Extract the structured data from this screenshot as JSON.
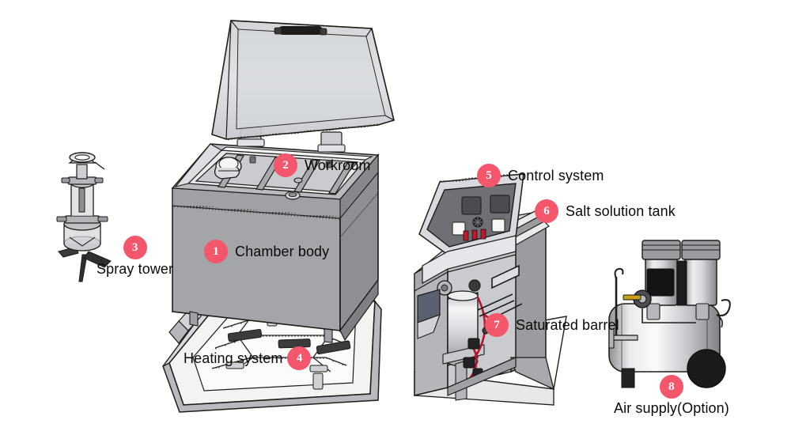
{
  "figure": {
    "title": "Salt spray test chamber exploded component diagram",
    "background_color": "#ffffff",
    "badge_color": "#f4566b",
    "badge_text_color": "#ffffff",
    "label_color": "#0a0a0a"
  },
  "callouts": [
    {
      "number": "1",
      "label": "Chamber body",
      "name": "chamber-body"
    },
    {
      "number": "2",
      "label": "Workroom",
      "name": "workroom"
    },
    {
      "number": "3",
      "label": "Spray tower",
      "name": "spray-tower"
    },
    {
      "number": "4",
      "label": "Heating system",
      "name": "heating-system"
    },
    {
      "number": "5",
      "label": "Control system",
      "name": "control-system"
    },
    {
      "number": "6",
      "label": "Salt solution tank",
      "name": "salt-solution-tank"
    },
    {
      "number": "7",
      "label": "Saturated barrel",
      "name": "saturated-barrel"
    },
    {
      "number": "8",
      "label": "Air supply(Option)",
      "name": "air-supply-option"
    }
  ]
}
